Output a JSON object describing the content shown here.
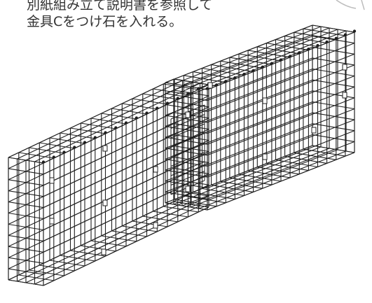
{
  "instruction": {
    "line1": "別紙組み立て説明書を参照して",
    "line2": "金具Cをつけ石を入れる。"
  },
  "colors": {
    "text": "#333333",
    "line": "#1f1f1f"
  },
  "icons": {
    "illustration": "gabion-wire-basket-assembly",
    "corner_arrow": "curved-arrow-icon"
  }
}
